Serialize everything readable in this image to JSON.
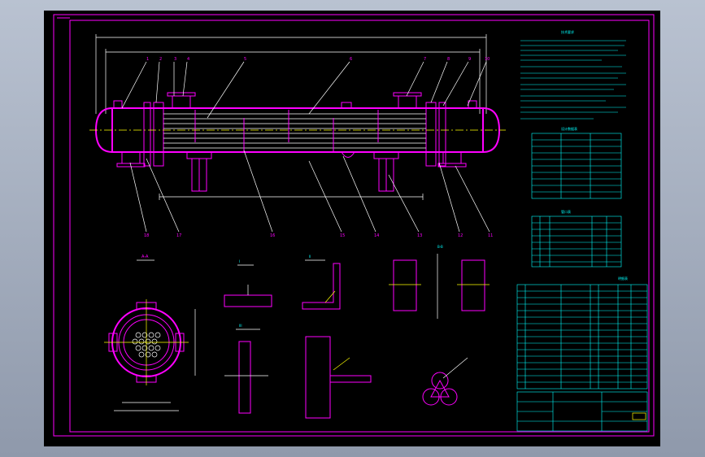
{
  "drawing": {
    "tech_title": "技术要求",
    "tech_lines": [
      "",
      "",
      "",
      "",
      "",
      "",
      "",
      "",
      "",
      "",
      "",
      ""
    ],
    "design_table_title": "设计数据表",
    "nozzle_table_title": "管口表",
    "bom_header": "明细表",
    "part_numbers": [
      "1",
      "2",
      "3",
      "4",
      "5",
      "6",
      "7",
      "8",
      "9",
      "10",
      "11",
      "12",
      "13",
      "14",
      "15",
      "16",
      "17",
      "18"
    ],
    "section_labels": {
      "aa": "A-A",
      "bb": "B-B"
    },
    "colors": {
      "border": "#ff00ff",
      "text": "#00ffff",
      "line": "#ffffff",
      "accent": "#ffff00"
    }
  }
}
